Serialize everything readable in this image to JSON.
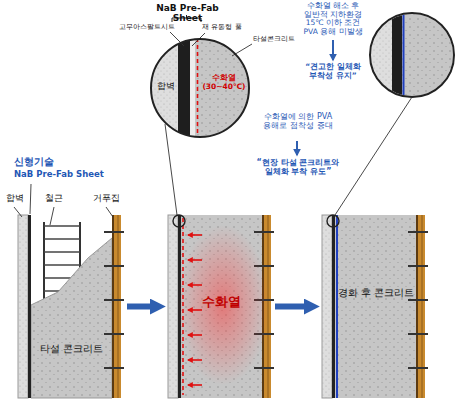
{
  "diagram": {
    "nodes": [
      {
        "text": [
          "타설 콘크리트"
        ]
      },
      {
        "text": [
          "수화열"
        ]
      },
      {
        "text": [
          "경화 후 콘크리트"
        ]
      },
      {
        "text": [
          "합벽",
          "수화열 (30~40℃)"
        ]
      }
    ],
    "edges": [
      {
        "from": 0,
        "to": 1,
        "arrow": "to"
      },
      {
        "from": 1,
        "to": 2,
        "arrow": "to"
      }
    ],
    "labels": [
      "신형기술",
      "NaB Pre-Fab Sheet",
      "합벽",
      "철근",
      "거푸집",
      "NaB Pre-Fab Sheet",
      "고무아스팔트시트",
      "재 유동형 풀",
      "타설콘크리트",
      "수화열에 의한 PVA 용해로 점착성 증대",
      "“현장 타설 콘크리트와 일체화 부착 유도”",
      "수화열 해소 후 일반적 지하환경 15℃ 이하 조건 PVA 용해 미발생",
      "“견고한 일체화 부착성 유지”"
    ]
  }
}
